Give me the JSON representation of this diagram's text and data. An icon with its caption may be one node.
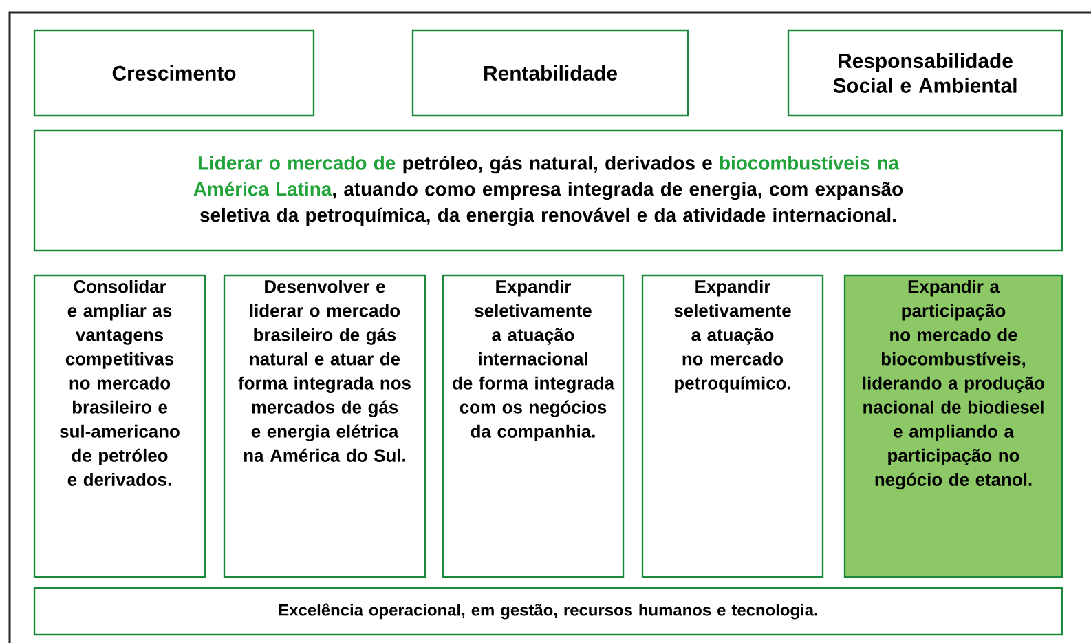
{
  "diagram": {
    "nodes": [
      {
        "text": [
          "Crescimento"
        ]
      },
      {
        "text": [
          "Rentabilidade"
        ]
      },
      {
        "text": [
          "Responsabilidade Social e Ambiental"
        ]
      },
      {
        "text": [
          "Liderar o mercado de",
          "petróleo, gás natural, derivados e",
          "biocombustíveis na América Latina",
          ", atuando como empresa integrada de energia, com expansão seletiva da petroquímica, da energia renovável e da atividade internacional."
        ]
      },
      {
        "text": [
          "Consolidar e ampliar as vantagens competitivas no mercado brasileiro e sul-americano de petróleo e derivados."
        ]
      },
      {
        "text": [
          "Desenvolver e liderar o mercado brasileiro de gás natural e atuar de forma integrada nos mercados de gás e energia elétrica na América do Sul."
        ]
      },
      {
        "text": [
          "Expandir seletivamente a atuação internacional de forma integrada com os negócios da companhia."
        ]
      },
      {
        "text": [
          "Expandir seletivamente a atuação no mercado petroquímico."
        ]
      },
      {
        "text": [
          "Expandir a participação no mercado de biocombustíveis, liderando a produção nacional de biodiesel e ampliando a participação no negócio de etanol."
        ]
      },
      {
        "text": [
          "Excelência operacional, em gestão, recursos humanos e  tecnologia."
        ]
      }
    ]
  }
}
